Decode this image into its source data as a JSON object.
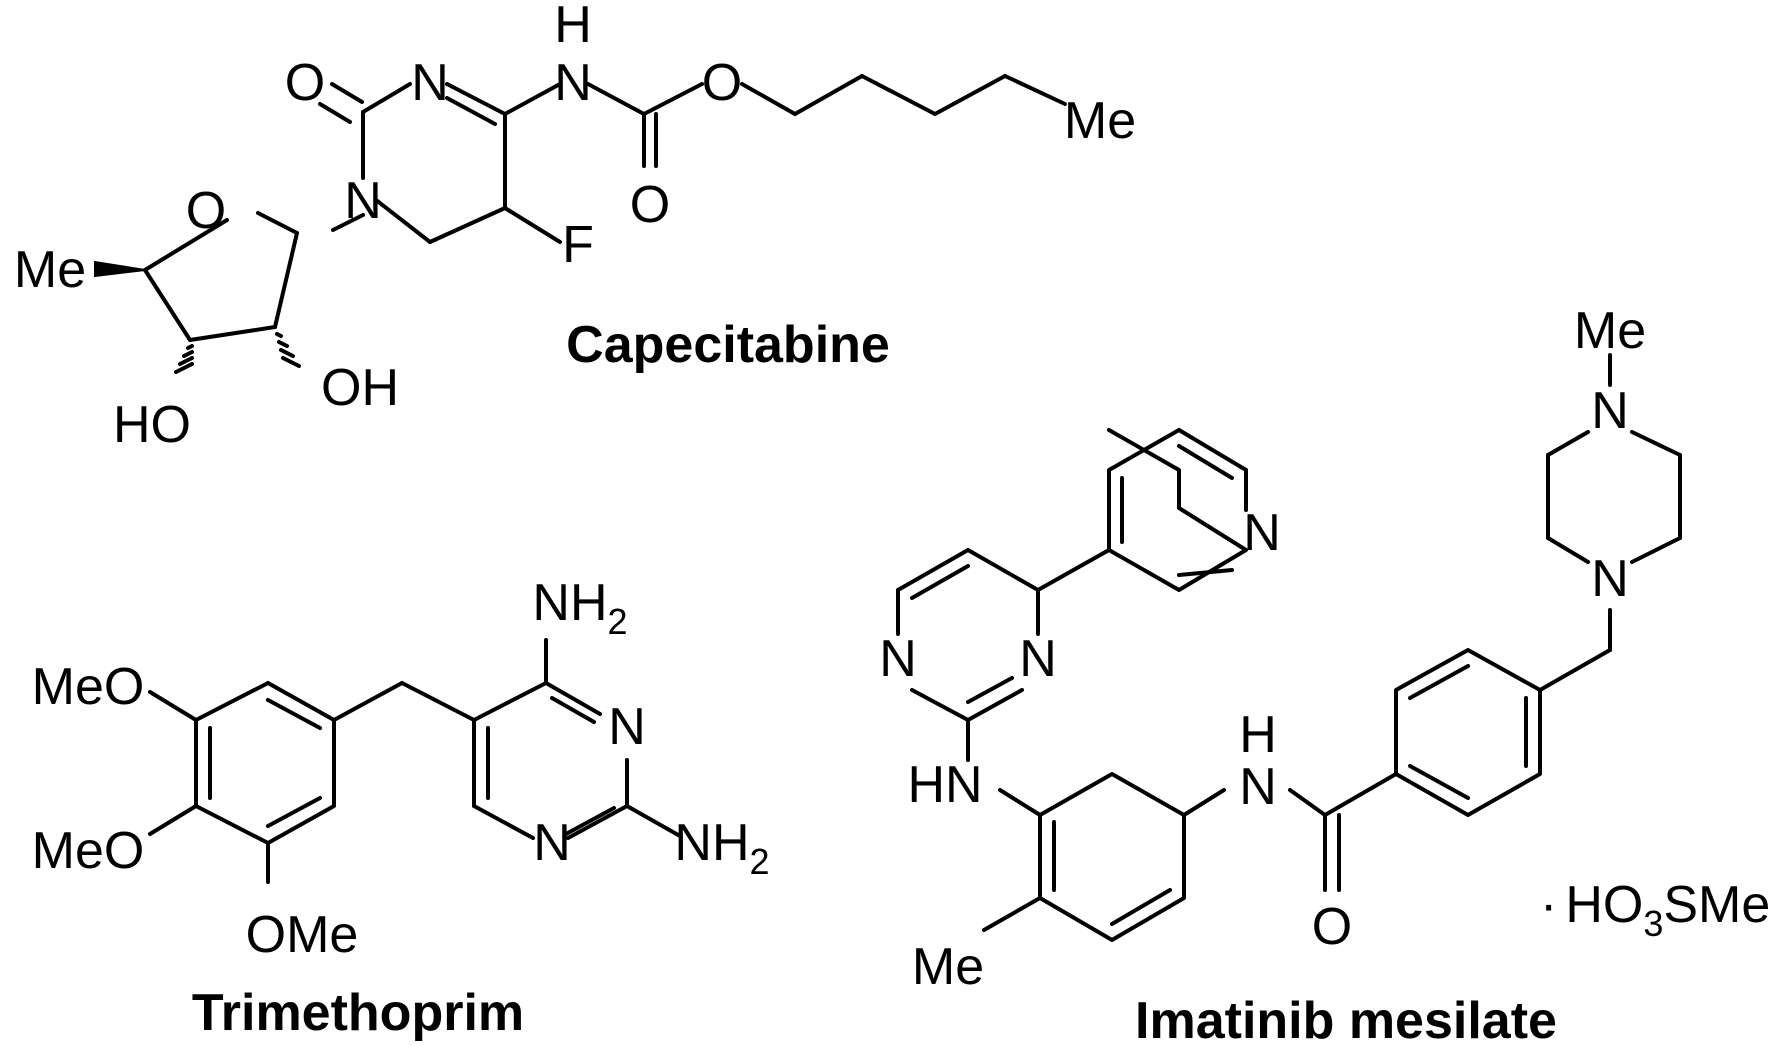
{
  "compounds": [
    {
      "name": "Capecitabine",
      "atoms": {
        "o_carbonyl": "O",
        "n3": "N",
        "nh_h": "H",
        "nh_n": "N",
        "o_ester": "O",
        "o_carbamate": "O",
        "me_chain": "Me",
        "n1": "N",
        "o_ring": "O",
        "me_sugar": "Me",
        "f": "F",
        "oh": "OH",
        "ho": "HO"
      }
    },
    {
      "name": "Trimethoprim",
      "atoms": {
        "nh2_top": "NH",
        "nh2_top_sub": "2",
        "n_a": "N",
        "n_b": "N",
        "nh2_right": "NH",
        "nh2_right_sub": "2",
        "meo_1": "MeO",
        "meo_2": "MeO",
        "ome": "OMe"
      }
    },
    {
      "name": "Imatinib mesilate",
      "atoms": {
        "me_top": "Me",
        "n_pip_top": "N",
        "n_pip_bot": "N",
        "n_pyr": "N",
        "n_pym_a": "N",
        "n_pym_b": "N",
        "hn": "HN",
        "amide_h": "H",
        "amide_n": "N",
        "amide_o": "O",
        "me_aryl": "Me"
      },
      "salt": {
        "dot": "·",
        "ho": "HO",
        "sub": "3",
        "sme": "SMe"
      }
    }
  ]
}
